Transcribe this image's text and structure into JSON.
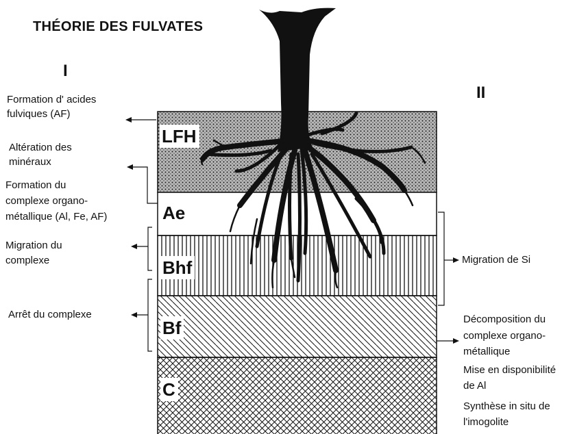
{
  "title": "THÉORIE DES FULVATES",
  "columns": {
    "left": "I",
    "right": "II"
  },
  "horizons": [
    "LFH",
    "Ae",
    "Bhf",
    "Bf",
    "C"
  ],
  "left_processes": {
    "af_formation": [
      "Formation d' acides",
      "fulviques (AF)"
    ],
    "mineral_alteration": [
      "Altération des",
      "minéraux"
    ],
    "complex_formation": [
      "Formation du",
      "complexe organo-",
      "métallique (Al, Fe, AF)"
    ],
    "complex_migration": [
      "Migration du",
      "complexe"
    ],
    "complex_stop": [
      "Arrêt du complexe"
    ]
  },
  "right_processes": {
    "si_migration": [
      "Migration de Si"
    ],
    "decomposition": [
      "Décomposition du",
      "complexe organo-",
      "métallique"
    ],
    "al_availability": [
      "Mise en disponibilité",
      "de Al"
    ],
    "imogolite": [
      "Synthèse in situ de",
      "l'imogolite"
    ]
  }
}
